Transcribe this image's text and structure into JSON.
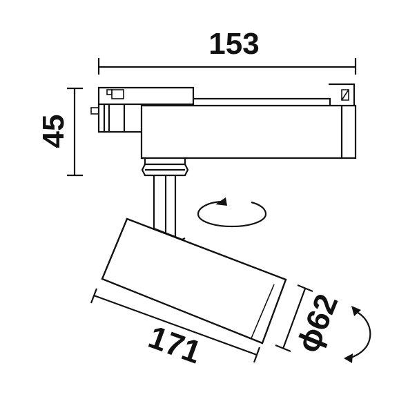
{
  "dimensions": {
    "length_top": "153",
    "height_left": "45",
    "head_length": "171",
    "head_diameter": "ϕ62"
  }
}
